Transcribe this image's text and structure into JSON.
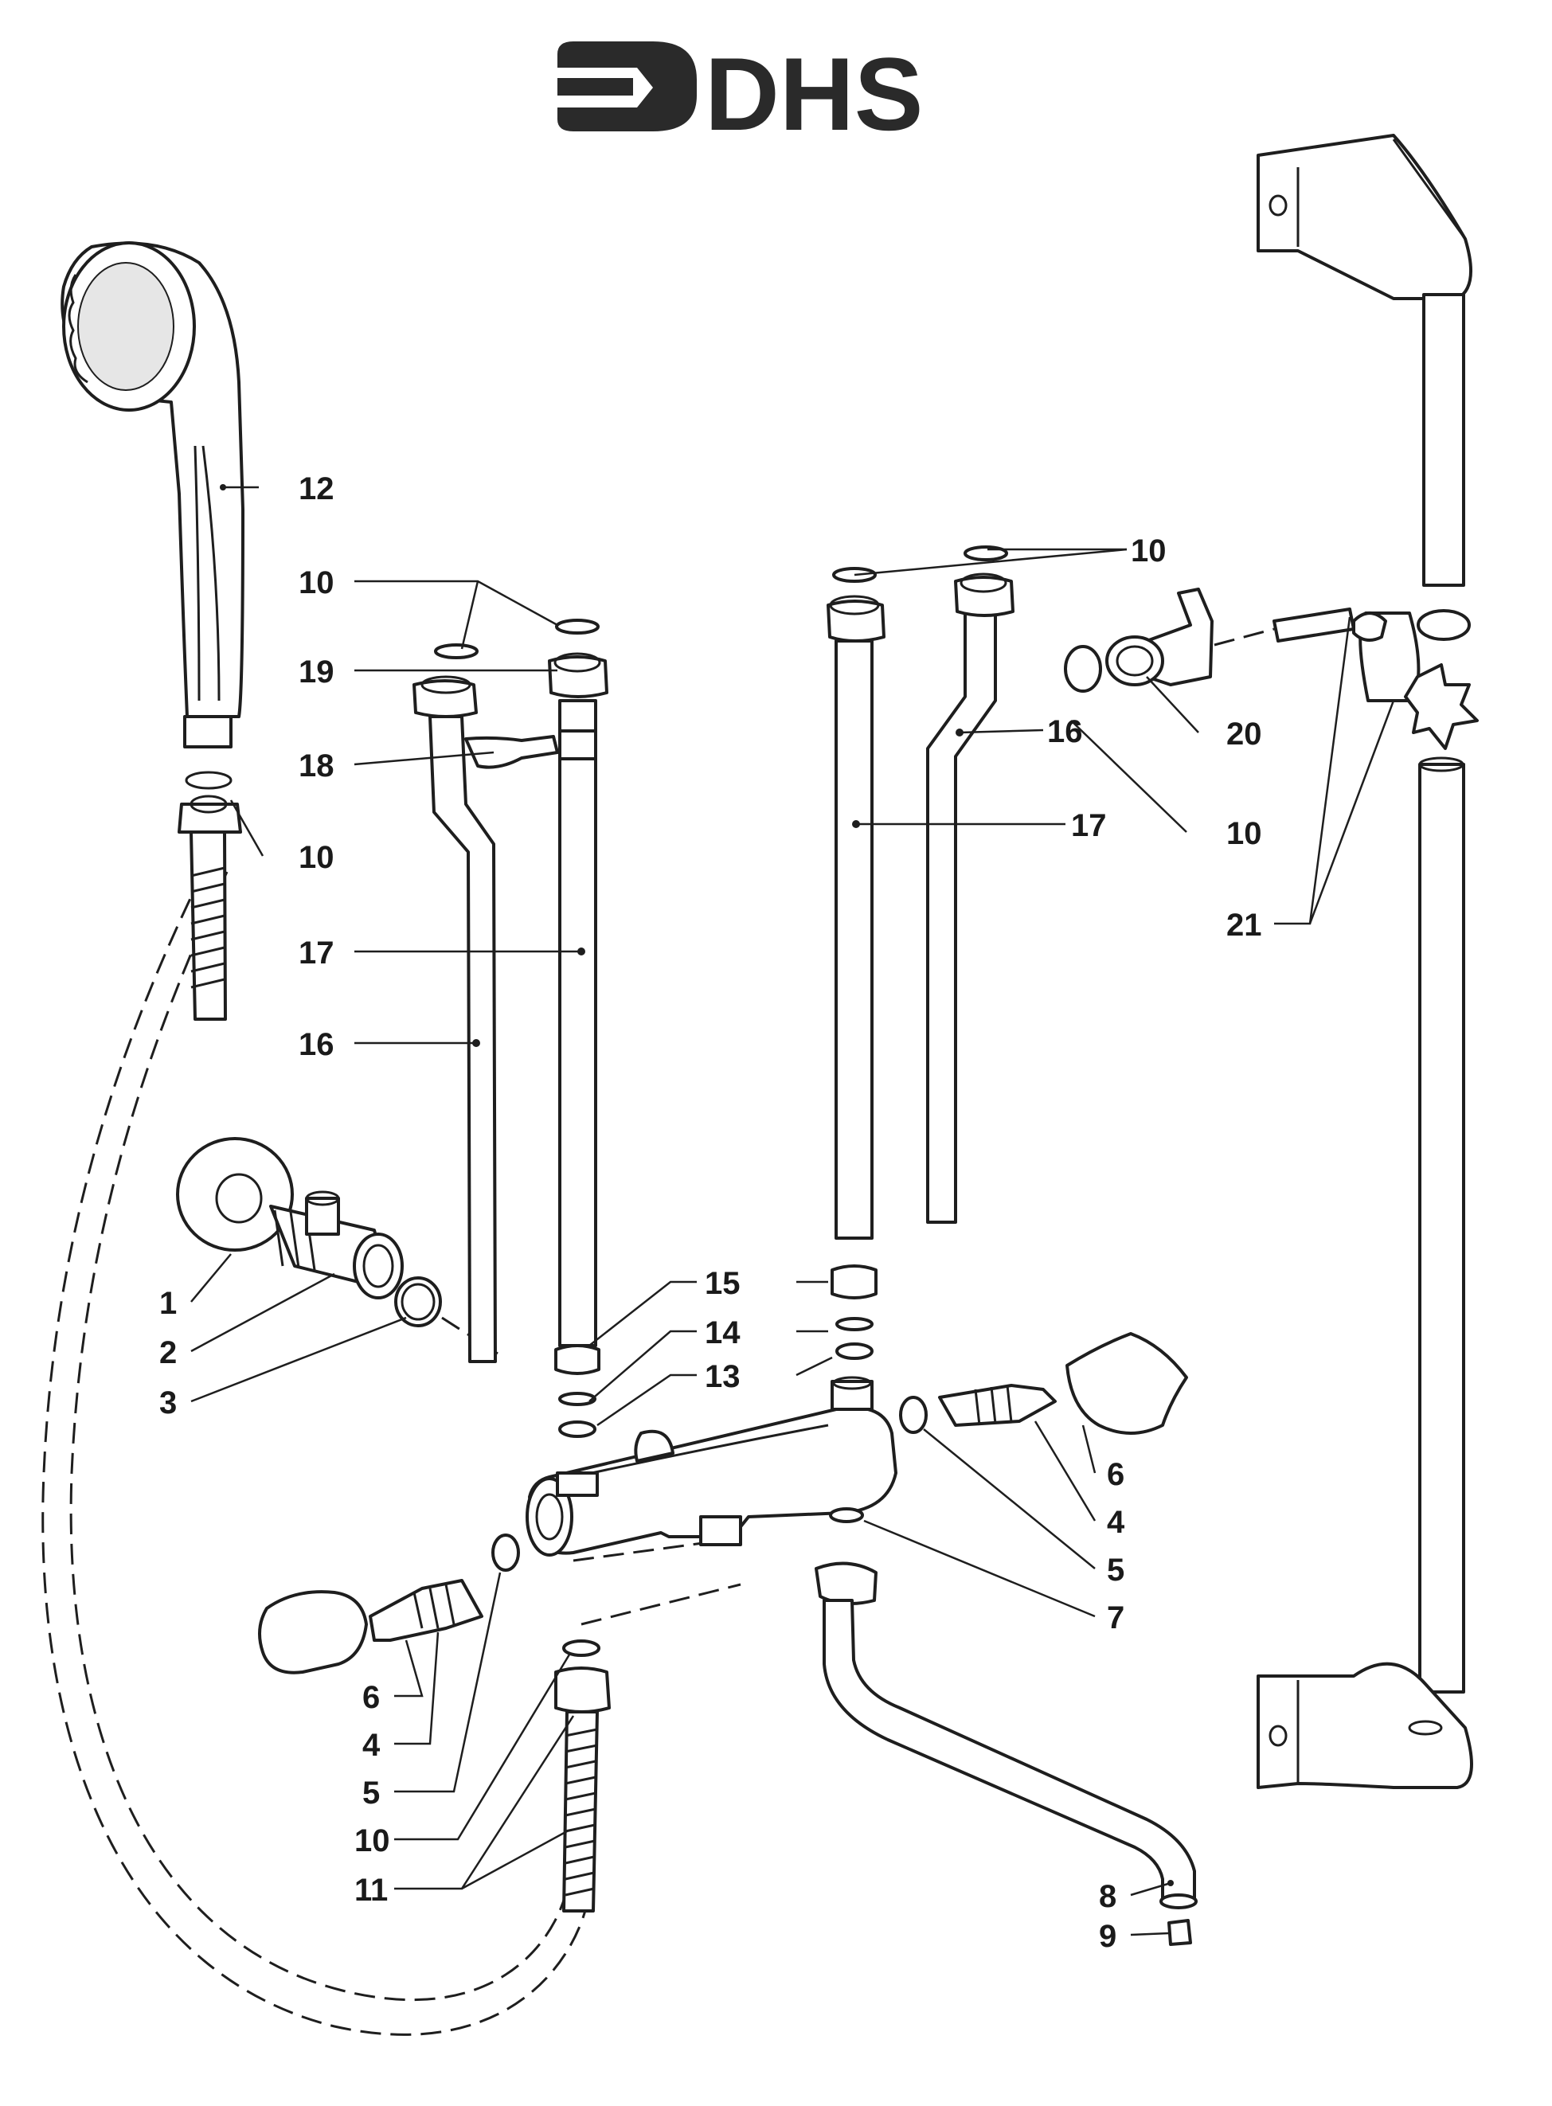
{
  "brand": {
    "name": "DHS"
  },
  "callouts": {
    "c12": "12",
    "c10_top_left": "10",
    "c19": "19",
    "c18": "18",
    "c10_hand": "10",
    "c17_left": "17",
    "c16_left": "16",
    "c10_top_right": "10",
    "c16_right": "16",
    "c17_right": "17",
    "c20": "20",
    "c10_right": "10",
    "c21": "21",
    "c1": "1",
    "c2": "2",
    "c3": "3",
    "c15": "15",
    "c14": "14",
    "c13": "13",
    "c6_right": "6",
    "c4_right": "4",
    "c5_right": "5",
    "c7": "7",
    "c6_left": "6",
    "c4_left": "4",
    "c5_left": "5",
    "c10_bottom": "10",
    "c11": "11",
    "c8": "8",
    "c9": "9"
  }
}
